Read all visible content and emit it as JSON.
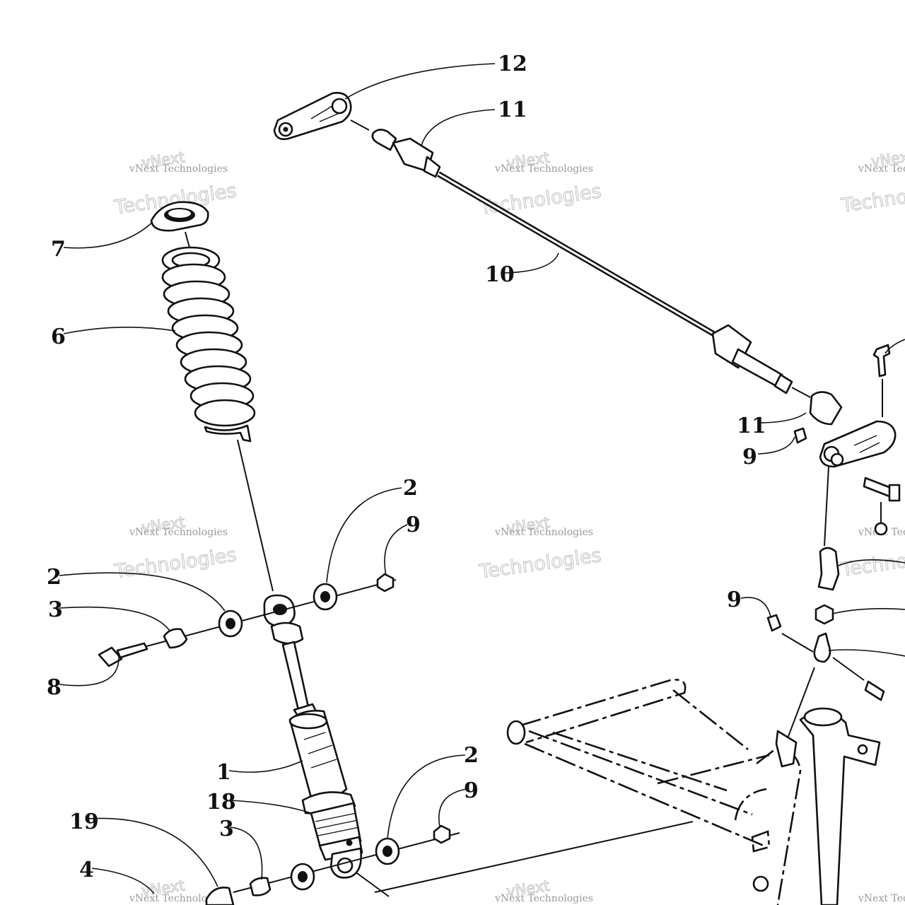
{
  "watermark": {
    "brand": "vNext",
    "company": "vNext Technologies",
    "word": "Technologies"
  },
  "callouts": {
    "c12": "12",
    "c11_top": "11",
    "c10": "10",
    "c7": "7",
    "c6": "6",
    "c11_right": "11",
    "c9_right": "9",
    "c2_top": "2",
    "c9_top": "9",
    "c2_left": "2",
    "c3_left": "3",
    "c8": "8",
    "c9_mid": "9",
    "c1": "1",
    "c18": "18",
    "c2_bottom": "2",
    "c9_bottom": "9",
    "c19": "19",
    "c3_bottom": "3",
    "c4": "4"
  }
}
